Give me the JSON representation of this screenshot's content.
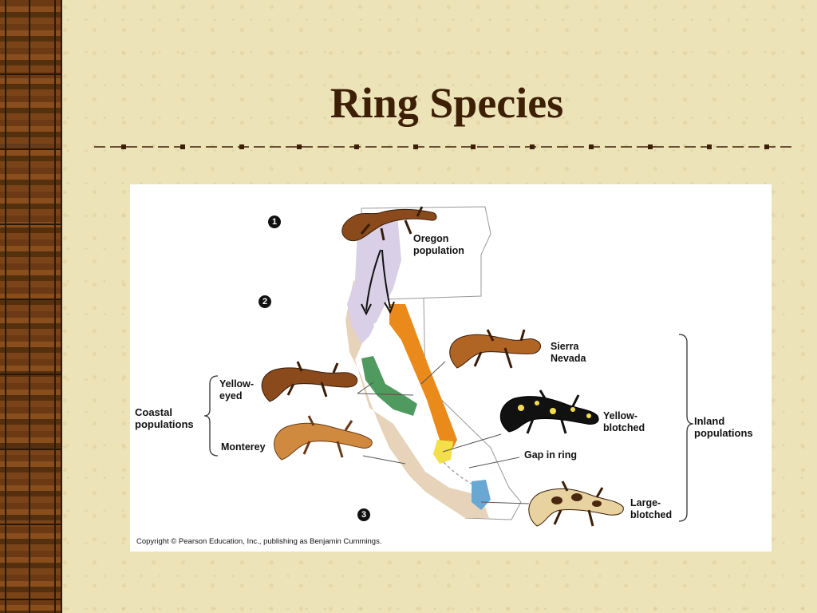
{
  "slide": {
    "title": "Ring Species"
  },
  "figure": {
    "steps": [
      "1",
      "2",
      "3"
    ],
    "labels": {
      "oregon": "Oregon\npopulation",
      "sierra": "Sierra\nNevada",
      "yellow_eyed": "Yellow-\neyed",
      "coastal": "Coastal\npopulations",
      "monterey": "Monterey",
      "yellow_blotched": "Yellow-\nblotched",
      "inland": "Inland\npopulations",
      "gap": "Gap in ring",
      "large_blotched": "Large-\nblotched"
    },
    "copyright": "Copyright © Pearson Education, Inc., publishing as Benjamin Cummings.",
    "colors": {
      "oregon_region": "#d9cfe6",
      "orange_region": "#e98a1a",
      "green_region": "#4f9a5e",
      "tan_region": "#e7d3b9",
      "yellow_region": "#f3df4a",
      "blue_region": "#6aa8d4"
    }
  }
}
